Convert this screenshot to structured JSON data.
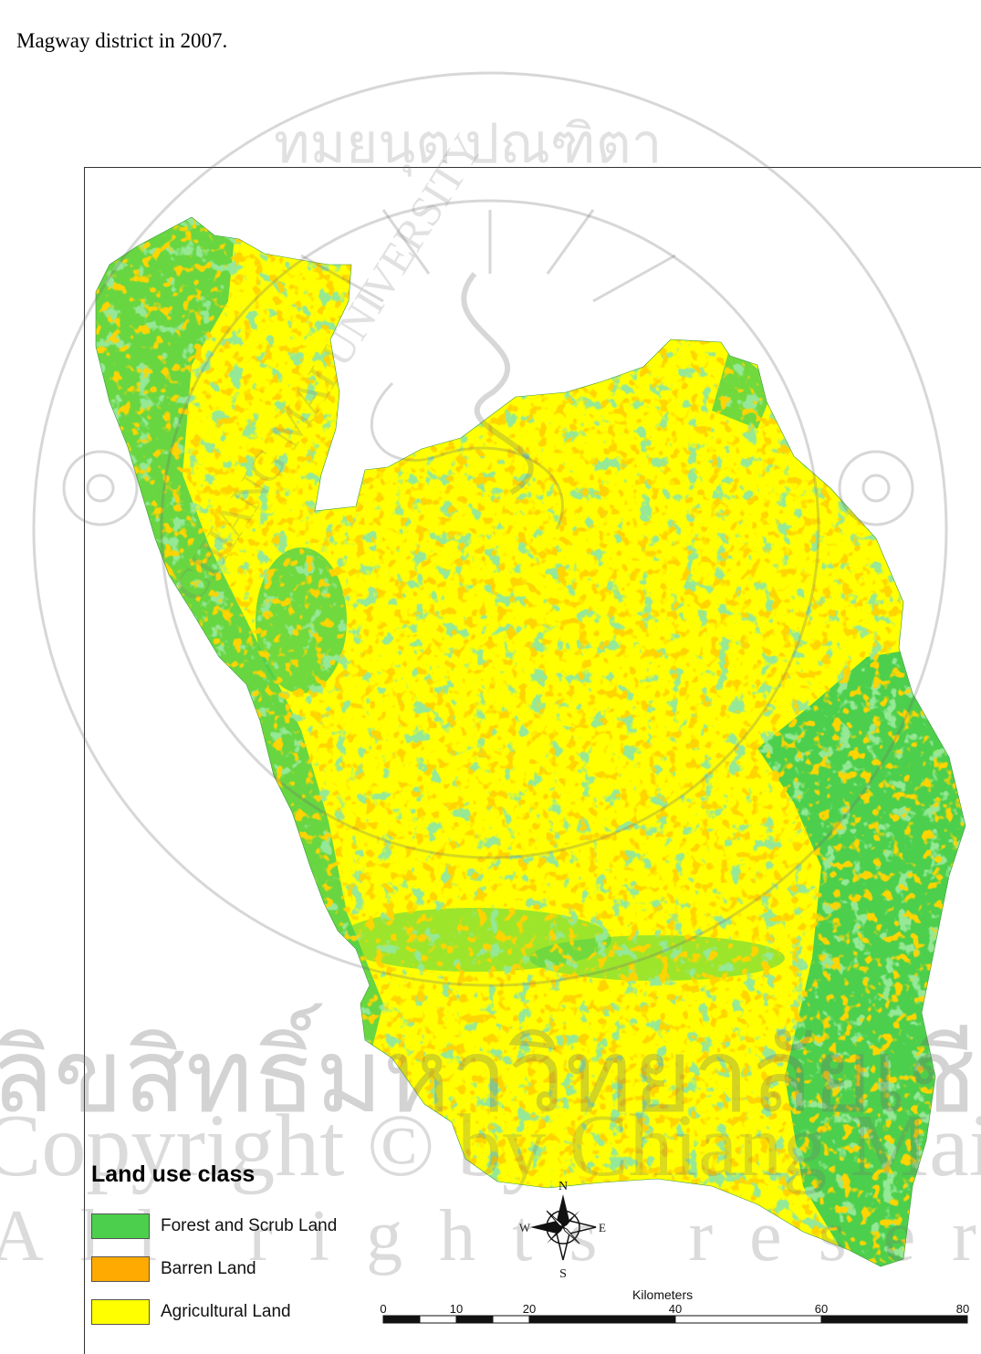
{
  "caption": "Magway district in 2007.",
  "legend": {
    "title": "Land use class",
    "items": [
      {
        "label": "Forest and Scrub Land",
        "color": "#4ccf4c"
      },
      {
        "label": "Barren Land",
        "color": "#ffaa00"
      },
      {
        "label": "Agricultural Land",
        "color": "#ffff00"
      }
    ]
  },
  "north_arrow": {
    "n": "N",
    "s": "S",
    "e": "E",
    "w": "W"
  },
  "scale_bar": {
    "unit": "Kilometers",
    "ticks": [
      "0",
      "10",
      "20",
      "40",
      "60",
      "80"
    ]
  },
  "watermark": {
    "thai_top": "ทมยนุต ปณฑิตา",
    "english_arc": "CHIANG MAI UNIVERSITY",
    "thai_band": "ลิขสิทธิ์มหาวิทยาลัยเชียงใหม่",
    "copyright": "Copyright © by Chiang Mai University",
    "rights": "All rights reserved"
  }
}
